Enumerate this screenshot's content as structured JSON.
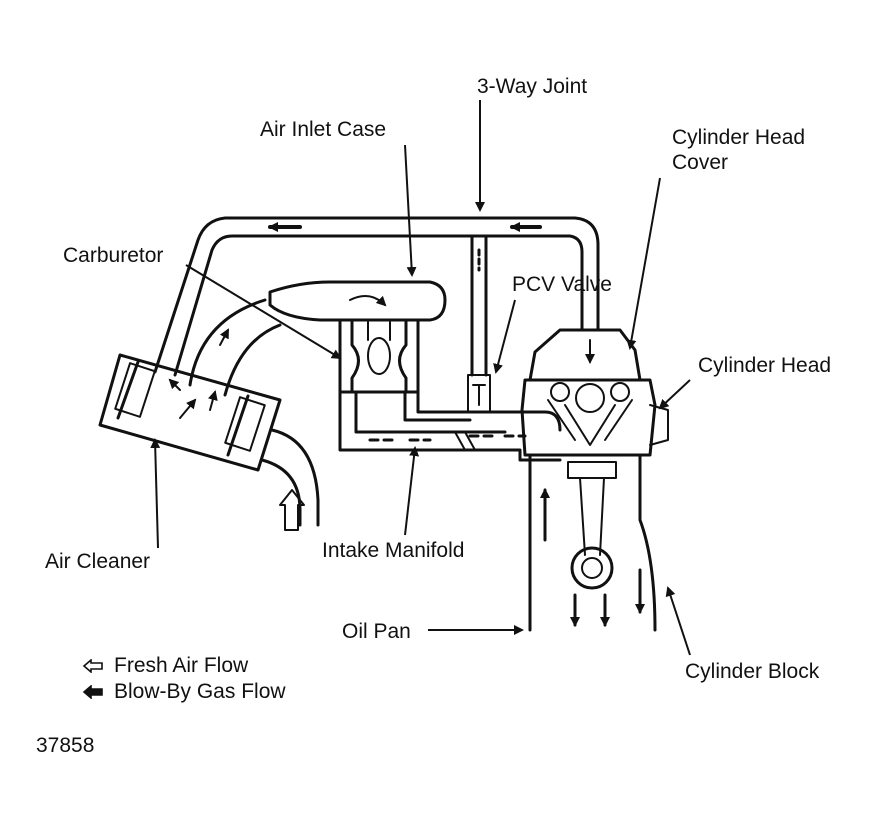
{
  "labels": {
    "three_way_joint": "3-Way Joint",
    "air_inlet_case": "Air Inlet Case",
    "cylinder_head_cover_1": "Cylinder Head",
    "cylinder_head_cover_2": "Cover",
    "carburetor": "Carburetor",
    "pcv_valve": "PCV Valve",
    "cylinder_head": "Cylinder Head",
    "air_cleaner": "Air Cleaner",
    "intake_manifold": "Intake Manifold",
    "oil_pan": "Oil Pan",
    "cylinder_block": "Cylinder Block"
  },
  "legend": {
    "fresh_air": "Fresh Air Flow",
    "blow_by": "Blow-By Gas Flow"
  },
  "figure_number": "37858",
  "colors": {
    "ink": "#111111",
    "background": "#ffffff"
  }
}
